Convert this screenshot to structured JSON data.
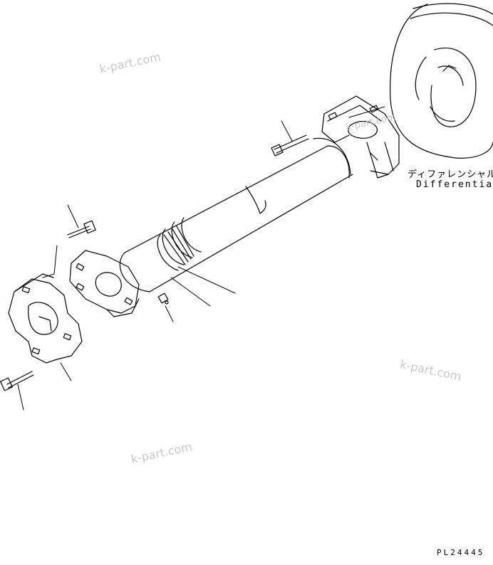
{
  "labels": {
    "differential_jp": "ディファレンシャル",
    "differential_en": "Differential",
    "drawing_code": "PL24445"
  },
  "watermarks": [
    "k-part.com",
    "k-part.com",
    "k-part.com",
    "k-part.com"
  ],
  "colors": {
    "line": "#000000",
    "watermark": "#c8c8c8",
    "background": "#ffffff"
  }
}
